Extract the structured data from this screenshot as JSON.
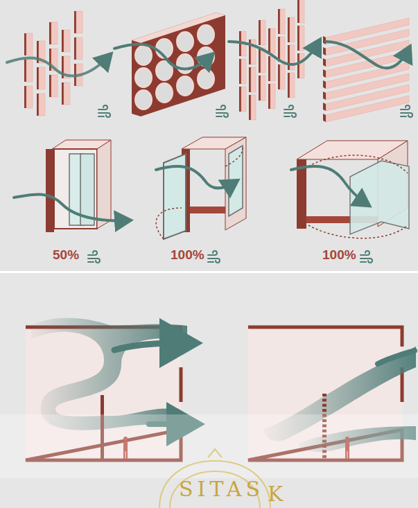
{
  "diagram": {
    "labels": [
      "50%",
      "100%",
      "100%",
      "SITAS",
      "K"
    ]
  }
}
